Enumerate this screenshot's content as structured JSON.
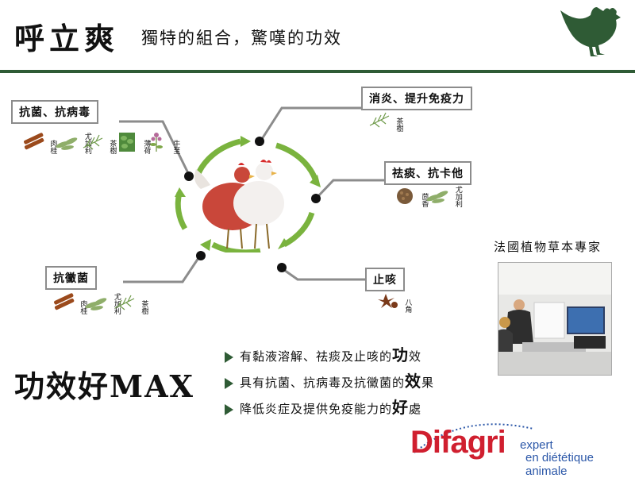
{
  "header": {
    "title": "呼立爽",
    "subtitle": "獨特的組合，驚嘆的功效"
  },
  "callouts": {
    "antibacterial_antiviral": "抗菌、抗病毒",
    "anti_inflammatory_immunity": "消炎、提升免疫力",
    "expectorant": "祛痰、抗卡他",
    "antifungal": "抗黴菌",
    "cough": "止咳"
  },
  "herbs": {
    "group1": [
      "肉桂",
      "尤加利",
      "茶樹",
      "薄荷",
      "牛至"
    ],
    "group2": [
      "茶樹"
    ],
    "group3": [
      "茴香",
      "尤加利"
    ],
    "group4": [
      "肉桂",
      "尤加利",
      "茶樹"
    ],
    "group5": [
      "八角"
    ]
  },
  "expert": {
    "label": "法國植物草本專家"
  },
  "effect": {
    "headline": "功效好MAX"
  },
  "bullets": [
    {
      "text": "有黏液溶解、祛痰及止咳的",
      "em": "功",
      "tail": "效"
    },
    {
      "text": "具有抗菌、抗病毒及抗黴菌的",
      "em": "效",
      "tail": "果"
    },
    {
      "text": "降低炎症及提供免疫能力的",
      "em": "好",
      "tail": "處"
    }
  ],
  "brand": {
    "name": "Difagri",
    "tagline_1": "expert",
    "tagline_2": "en diététique animale"
  },
  "colors": {
    "dark_green": "#2f5b35",
    "cycle_green": "#7ab33e",
    "callout_border": "#8c8c8c",
    "brand_red": "#d01f2f",
    "brand_blue": "#2b57a8"
  }
}
